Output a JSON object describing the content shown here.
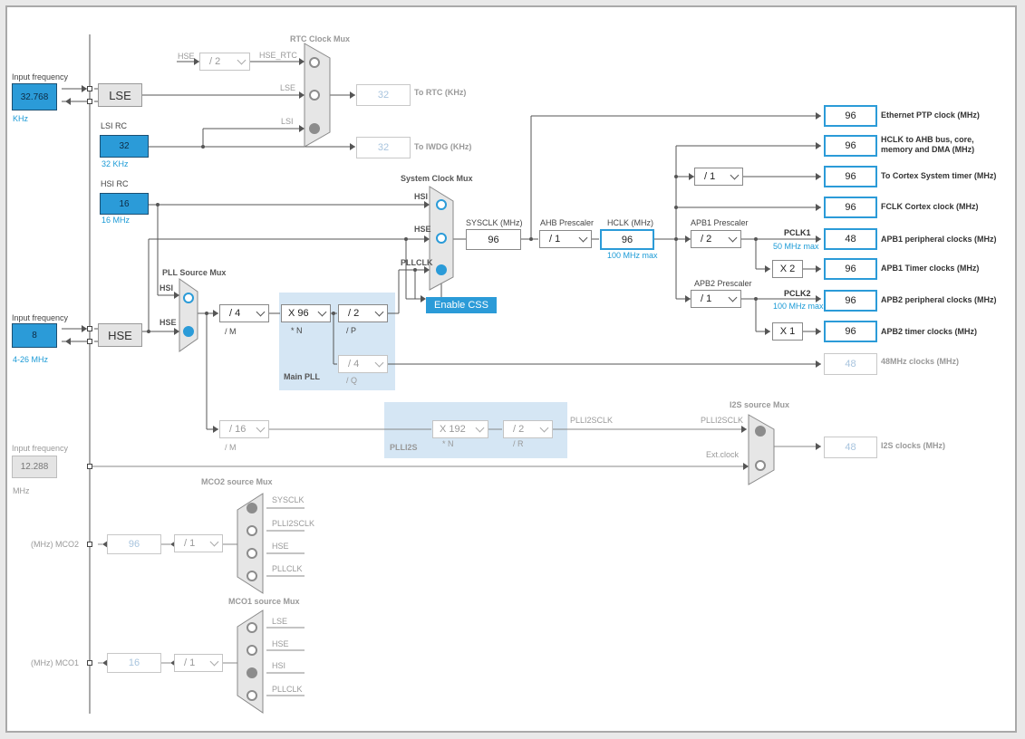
{
  "colors": {
    "accent": "#2b9bd8",
    "inactive": "#999999",
    "pll_area": "#d5e6f4"
  },
  "lse": {
    "input_label": "Input frequency",
    "value": "32.768",
    "unit": "KHz",
    "name": "LSE"
  },
  "lsi": {
    "label": "LSI RC",
    "value": "32",
    "unit": "32 KHz"
  },
  "hsi": {
    "label": "HSI RC",
    "value": "16",
    "unit": "16 MHz"
  },
  "hse": {
    "input_label": "Input frequency",
    "value": "8",
    "range": "4-26 MHz",
    "name": "HSE"
  },
  "ext": {
    "input_label": "Input frequency",
    "value": "12.288",
    "unit": "MHz"
  },
  "rtc": {
    "mux_title": "RTC Clock Mux",
    "hse_label": "HSE",
    "div": "/ 2",
    "hse_rtc": "HSE_RTC",
    "lse_label": "LSE",
    "lsi_label": "LSI",
    "rtc_value": "32",
    "rtc_label": "To RTC (KHz)",
    "iwdg_value": "32",
    "iwdg_label": "To IWDG (KHz)"
  },
  "sysmux": {
    "title": "System Clock Mux",
    "hsi": "HSI",
    "hse": "HSE",
    "pllclk": "PLLCLK",
    "css_button": "Enable CSS"
  },
  "sysclk": {
    "label": "SYSCLK (MHz)",
    "value": "96"
  },
  "ahb": {
    "label": "AHB Prescaler",
    "value": "/ 1"
  },
  "hclk": {
    "label": "HCLK (MHz)",
    "value": "96",
    "max": "100 MHz max"
  },
  "apb1": {
    "label": "APB1 Prescaler",
    "value": "/ 2",
    "pclk": "PCLK1",
    "max": "50 MHz max",
    "timer_mult": "X 2"
  },
  "apb2": {
    "label": "APB2 Prescaler",
    "value": "/ 1",
    "pclk": "PCLK2",
    "max": "100 MHz max",
    "timer_mult": "X 1"
  },
  "cortex_div": "/ 1",
  "outputs": [
    {
      "value": "96",
      "label": "Ethernet PTP clock (MHz)"
    },
    {
      "value": "96",
      "label": "HCLK to AHB bus, core,",
      "label2": "memory and DMA (MHz)"
    },
    {
      "value": "96",
      "label": "To Cortex System timer (MHz)"
    },
    {
      "value": "96",
      "label": "FCLK Cortex clock (MHz)"
    },
    {
      "value": "48",
      "label": "APB1 peripheral clocks (MHz)"
    },
    {
      "value": "96",
      "label": "APB1 Timer clocks (MHz)"
    },
    {
      "value": "96",
      "label": "APB2 peripheral clocks (MHz)"
    },
    {
      "value": "96",
      "label": "APB2 timer clocks (MHz)"
    },
    {
      "value": "48",
      "label": "48MHz clocks (MHz)"
    },
    {
      "value": "48",
      "label": "I2S clocks (MHz)"
    }
  ],
  "pllmux": {
    "title": "PLL Source Mux",
    "hsi": "HSI",
    "hse": "HSE"
  },
  "mainpll": {
    "m_value": "/ 4",
    "m_label": "/ M",
    "n_value": "X 96",
    "n_label": "* N",
    "p_value": "/ 2",
    "p_label": "/ P",
    "q_value": "/ 4",
    "q_label": "/ Q",
    "title": "Main PLL"
  },
  "plli2s": {
    "m_value": "/ 16",
    "m_label": "/ M",
    "n_value": "X 192",
    "n_label": "* N",
    "r_value": "/ 2",
    "r_label": "/ R",
    "title": "PLLI2S",
    "out": "PLLI2SCLK"
  },
  "i2smux": {
    "title": "I2S source Mux",
    "plli2sclk": "PLLI2SCLK",
    "ext": "Ext.clock"
  },
  "mco2": {
    "title": "MCO2 source Mux",
    "inputs": [
      "SYSCLK",
      "PLLI2SCLK",
      "HSE",
      "PLLCLK"
    ],
    "div": "/ 1",
    "value": "96",
    "label": "(MHz) MCO2"
  },
  "mco1": {
    "title": "MCO1 source Mux",
    "inputs": [
      "LSE",
      "HSE",
      "HSI",
      "PLLCLK"
    ],
    "div": "/ 1",
    "value": "16",
    "label": "(MHz) MCO1"
  }
}
